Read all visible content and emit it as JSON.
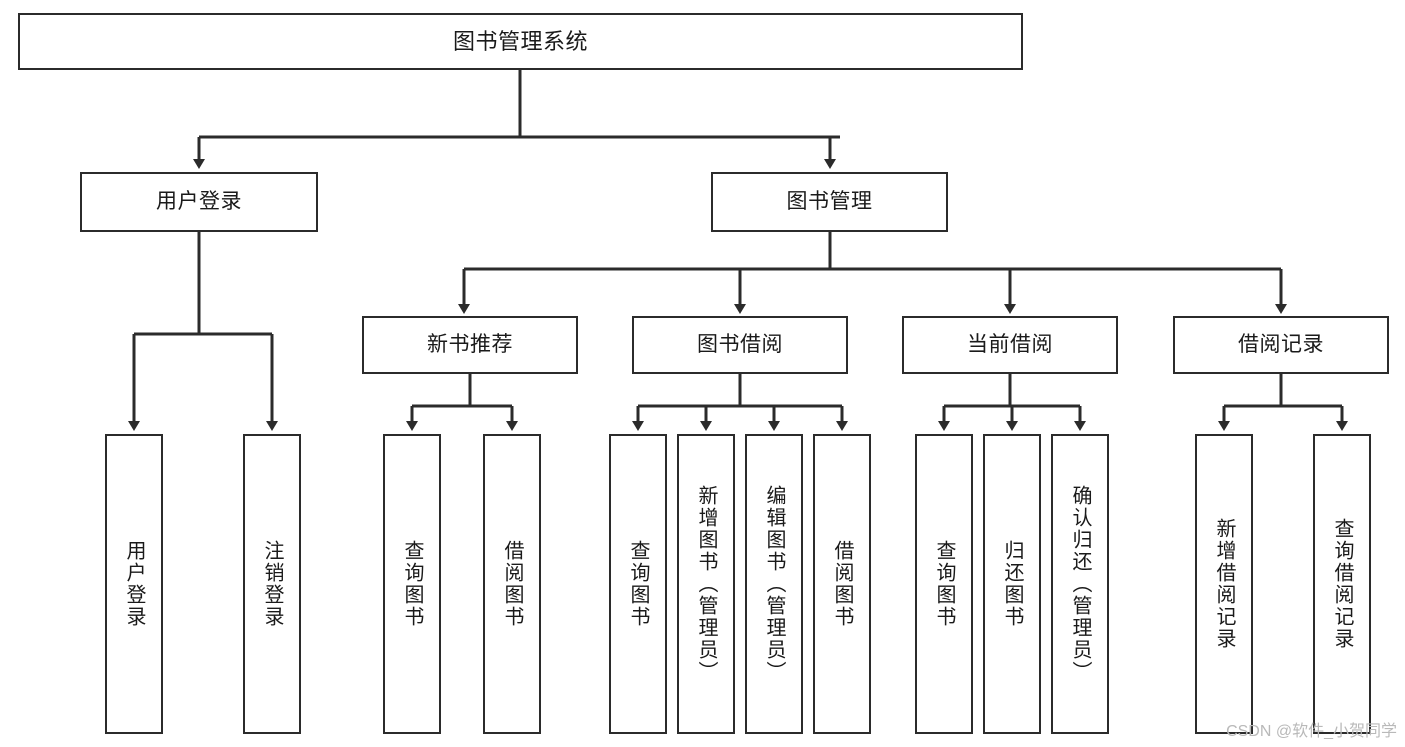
{
  "diagram": {
    "type": "tree",
    "title": "图书管理系统",
    "root": {
      "label": "图书管理系统"
    },
    "level1": [
      {
        "label": "用户登录"
      },
      {
        "label": "图书管理"
      }
    ],
    "level2": [
      {
        "label": "新书推荐"
      },
      {
        "label": "图书借阅"
      },
      {
        "label": "当前借阅"
      },
      {
        "label": "借阅记录"
      }
    ],
    "leaves": {
      "user_login": [
        {
          "label": "用户登录"
        },
        {
          "label": "注销登录"
        }
      ],
      "new_book_recommend": [
        {
          "label": "查询图书"
        },
        {
          "label": "借阅图书"
        }
      ],
      "book_borrow": [
        {
          "label": "查询图书"
        },
        {
          "label": "新增图书（管理员）"
        },
        {
          "label": "编辑图书（管理员）"
        },
        {
          "label": "借阅图书"
        }
      ],
      "current_borrow": [
        {
          "label": "查询图书"
        },
        {
          "label": "归还图书"
        },
        {
          "label": "确认归还（管理员）"
        }
      ],
      "borrow_record": [
        {
          "label": "新增借阅记录"
        },
        {
          "label": "查询借阅记录"
        }
      ]
    }
  },
  "watermark": {
    "text": "CSDN @软件_小贺同学"
  },
  "colors": {
    "stroke": "#2b2b2b",
    "background": "#ffffff",
    "text": "#1a1a1a",
    "watermark": "#b9b9b9"
  }
}
